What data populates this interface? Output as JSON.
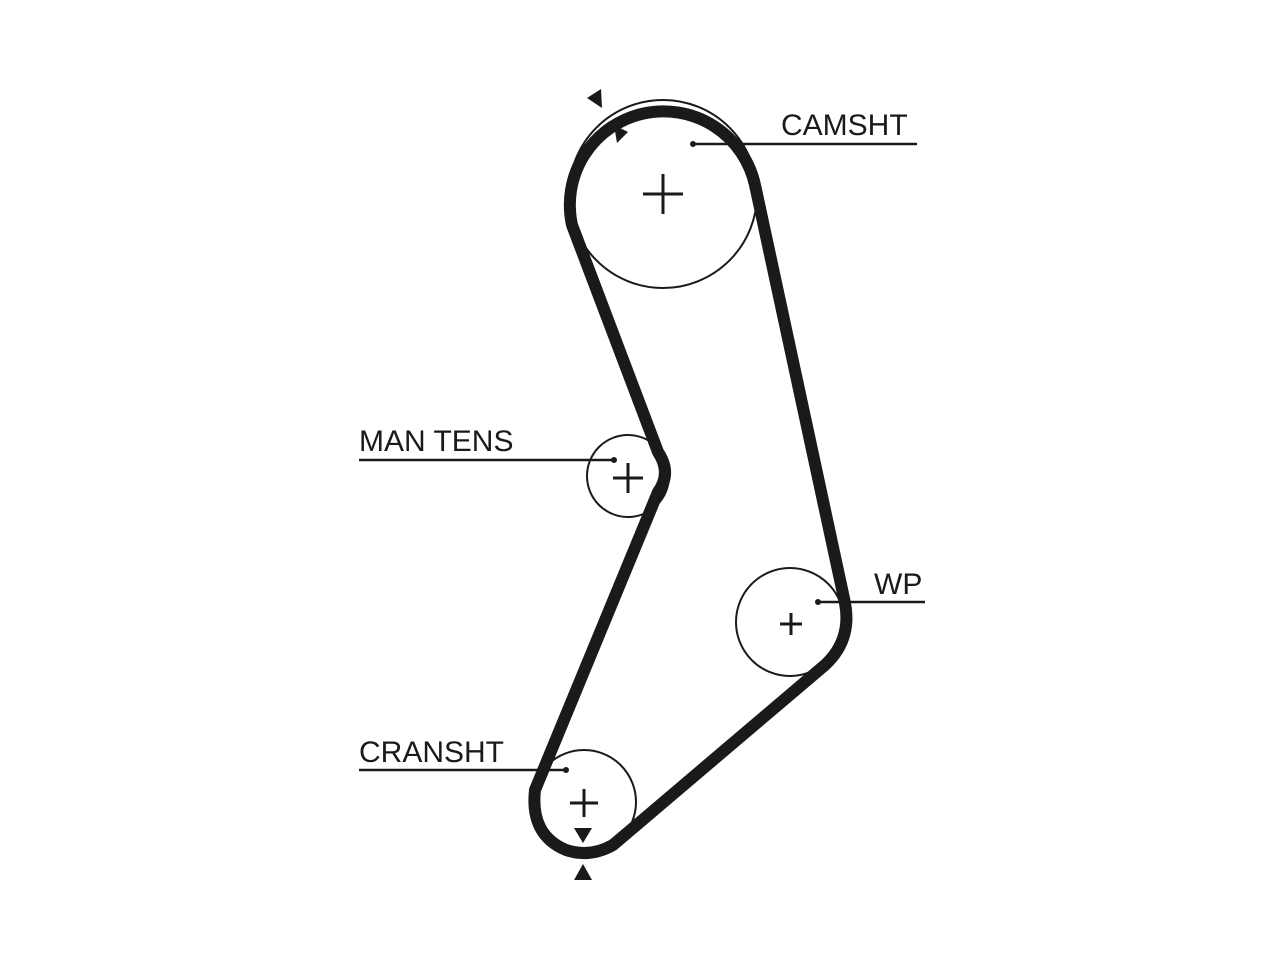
{
  "labels": {
    "camshaft": "CAMSHT",
    "manual_tensioner": "MAN TENS",
    "water_pump": "WP",
    "crankshaft": "CRANSHT"
  }
}
